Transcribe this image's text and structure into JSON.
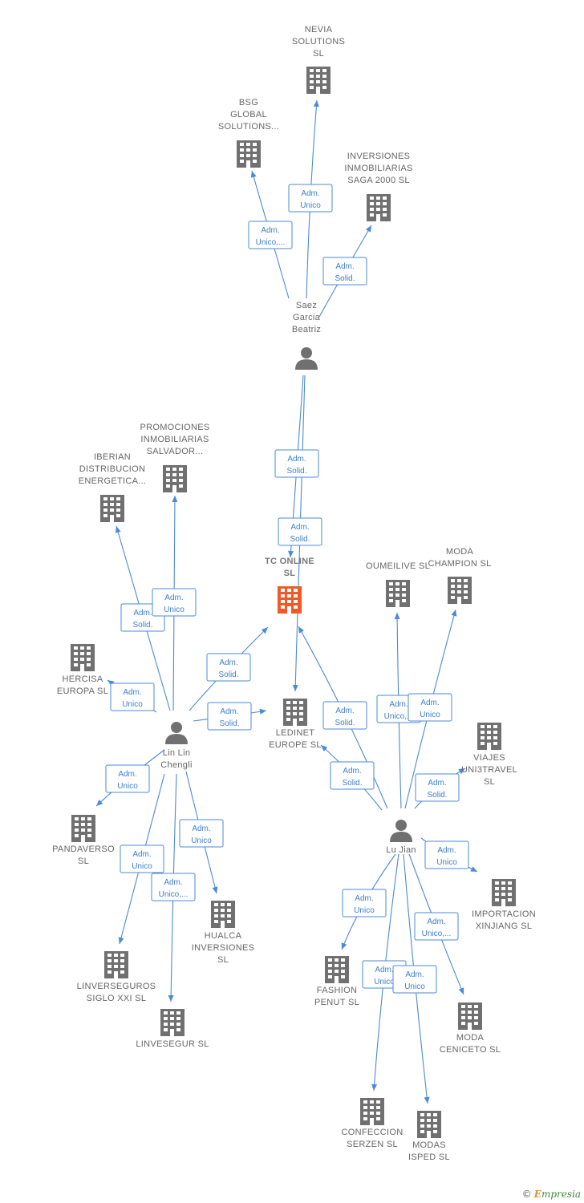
{
  "colors": {
    "company": "#707070",
    "focus_company": "#ef5a27",
    "person": "#707070",
    "edge": "#4a8ad8",
    "label": "#666666"
  },
  "footer": {
    "copyright": "©",
    "brand_initial": "E",
    "brand_rest": "mpresia"
  },
  "nodes": [
    {
      "id": "nevia",
      "type": "company",
      "label": [
        "NEVIA",
        "SOLUTIONS",
        "SL"
      ]
    },
    {
      "id": "bsg",
      "type": "company",
      "label": [
        "BSG",
        "GLOBAL",
        "SOLUTIONS..."
      ]
    },
    {
      "id": "saga",
      "type": "company",
      "label": [
        "INVERSIONES",
        "INMOBILIARIAS",
        "SAGA 2000 SL"
      ]
    },
    {
      "id": "saez",
      "type": "person",
      "label": [
        "Saez",
        "Garcia",
        "Beatriz"
      ]
    },
    {
      "id": "promo",
      "type": "company",
      "label": [
        "PROMOCIONES",
        "INMOBILIARIAS",
        "SALVADOR..."
      ]
    },
    {
      "id": "iberian",
      "type": "company",
      "label": [
        "IBERIAN",
        "DISTRIBUCION",
        "ENERGETICA..."
      ]
    },
    {
      "id": "tconline",
      "type": "focus",
      "label": [
        "TC ONLINE",
        "SL"
      ]
    },
    {
      "id": "oumei",
      "type": "company",
      "label": [
        "OUMEILIVE  SL"
      ]
    },
    {
      "id": "champion",
      "type": "company",
      "label": [
        "MODA",
        "CHAMPION SL"
      ]
    },
    {
      "id": "hercisa",
      "type": "company",
      "label": [
        "HERCISA",
        "EUROPA  SL"
      ]
    },
    {
      "id": "ledinet",
      "type": "company",
      "label": [
        "LEDINET",
        "EUROPE  SL"
      ]
    },
    {
      "id": "viajes",
      "type": "company",
      "label": [
        "VIAJES",
        "UNI3TRAVEL",
        "SL"
      ]
    },
    {
      "id": "linlin",
      "type": "person",
      "label": [
        "Lin Lin",
        "Chengli"
      ]
    },
    {
      "id": "lujian",
      "type": "person",
      "label": [
        "Lu Jian"
      ]
    },
    {
      "id": "pandaverso",
      "type": "company",
      "label": [
        "PANDAVERSO",
        "SL"
      ]
    },
    {
      "id": "importacion",
      "type": "company",
      "label": [
        "IMPORTACION",
        "XINJIANG SL"
      ]
    },
    {
      "id": "hualca",
      "type": "company",
      "label": [
        "HUALCA",
        "INVERSIONES",
        "SL"
      ]
    },
    {
      "id": "fashion",
      "type": "company",
      "label": [
        "FASHION",
        "PENUT SL"
      ]
    },
    {
      "id": "linverseguros",
      "type": "company",
      "label": [
        "LINVERSEGUROS",
        "SIGLO XXI SL"
      ]
    },
    {
      "id": "ceniceto",
      "type": "company",
      "label": [
        "MODA",
        "CENICETO SL"
      ]
    },
    {
      "id": "linvesegur",
      "type": "company",
      "label": [
        "LINVESEGUR SL"
      ]
    },
    {
      "id": "serzen",
      "type": "company",
      "label": [
        "CONFECCION",
        "SERZEN SL"
      ]
    },
    {
      "id": "isped",
      "type": "company",
      "label": [
        "MODAS",
        "ISPED SL"
      ]
    }
  ],
  "edges": [
    {
      "from": "saez",
      "to": "nevia",
      "role": [
        "Adm.",
        "Unico"
      ]
    },
    {
      "from": "saez",
      "to": "bsg",
      "role": [
        "Adm.",
        "Unico,..."
      ]
    },
    {
      "from": "saez",
      "to": "saga",
      "role": [
        "Adm.",
        "Solid."
      ]
    },
    {
      "from": "saez",
      "to": "tconline",
      "role": [
        "Adm.",
        "Solid."
      ]
    },
    {
      "from": "saez",
      "to": "ledinet",
      "role": [
        "Adm.",
        "Solid."
      ]
    },
    {
      "from": "linlin",
      "to": "iberian",
      "role": [
        "Adm.",
        "Solid."
      ]
    },
    {
      "from": "linlin",
      "to": "promo",
      "role": [
        "Adm.",
        "Unico"
      ]
    },
    {
      "from": "linlin",
      "to": "hercisa",
      "role": [
        "Adm.",
        "Unico"
      ]
    },
    {
      "from": "linlin",
      "to": "tconline",
      "role": [
        "Adm.",
        "Solid."
      ]
    },
    {
      "from": "linlin",
      "to": "ledinet",
      "role": [
        "Adm.",
        "Solid."
      ]
    },
    {
      "from": "linlin",
      "to": "pandaverso",
      "role": [
        "Adm.",
        "Unico"
      ]
    },
    {
      "from": "linlin",
      "to": "hualca",
      "role": [
        "Adm.",
        "Unico"
      ]
    },
    {
      "from": "linlin",
      "to": "linverseguros",
      "role": [
        "Adm.",
        "Unico"
      ]
    },
    {
      "from": "linlin",
      "to": "linvesegur",
      "role": [
        "Adm.",
        "Unico,..."
      ]
    },
    {
      "from": "lujian",
      "to": "tconline",
      "role": [
        "Adm.",
        "Solid."
      ]
    },
    {
      "from": "lujian",
      "to": "ledinet",
      "role": [
        "Adm.",
        "Solid."
      ]
    },
    {
      "from": "lujian",
      "to": "oumei",
      "role": [
        "Adm.",
        "Unico,..."
      ]
    },
    {
      "from": "lujian",
      "to": "champion",
      "role": [
        "Adm.",
        "Unico"
      ]
    },
    {
      "from": "lujian",
      "to": "viajes",
      "role": [
        "Adm.",
        "Solid."
      ]
    },
    {
      "from": "lujian",
      "to": "importacion",
      "role": [
        "Adm.",
        "Unico"
      ]
    },
    {
      "from": "lujian",
      "to": "fashion",
      "role": [
        "Adm.",
        "Unico"
      ]
    },
    {
      "from": "lujian",
      "to": "ceniceto",
      "role": [
        "Adm.",
        "Unico,..."
      ]
    },
    {
      "from": "lujian",
      "to": "serzen",
      "role": [
        "Adm.",
        "Unico"
      ]
    },
    {
      "from": "lujian",
      "to": "isped",
      "role": [
        "Adm.",
        "Unico"
      ]
    }
  ]
}
